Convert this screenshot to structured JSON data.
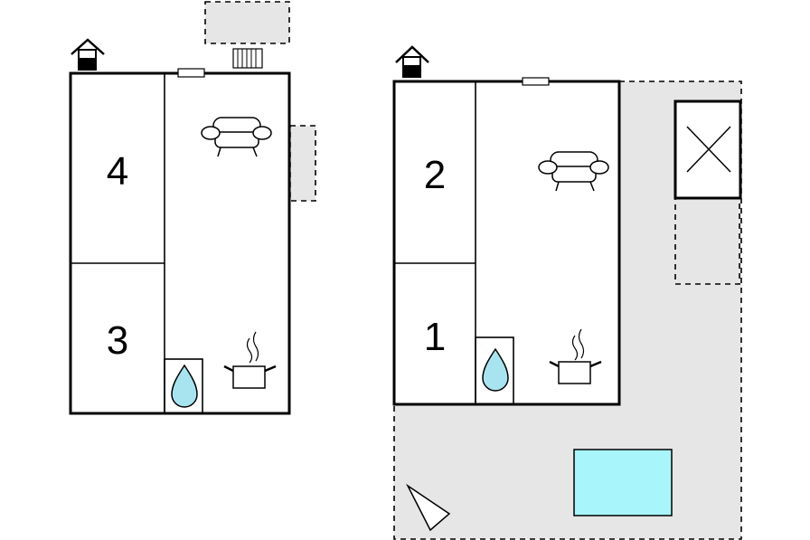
{
  "rooms": {
    "room_4": "4",
    "room_3": "3",
    "room_2": "2",
    "room_1": "1"
  },
  "colors": {
    "wall": "#000000",
    "outdoor_area": "#e6e6e6",
    "water_drop": "#a8e4ef",
    "pool": "#a8f6fb"
  },
  "icons": [
    "house-icon",
    "sofa-icon",
    "kitchen-pot-icon",
    "water-drop-icon",
    "radiator-icon",
    "parking-x-icon",
    "window-icon",
    "triangle-marker-icon"
  ]
}
